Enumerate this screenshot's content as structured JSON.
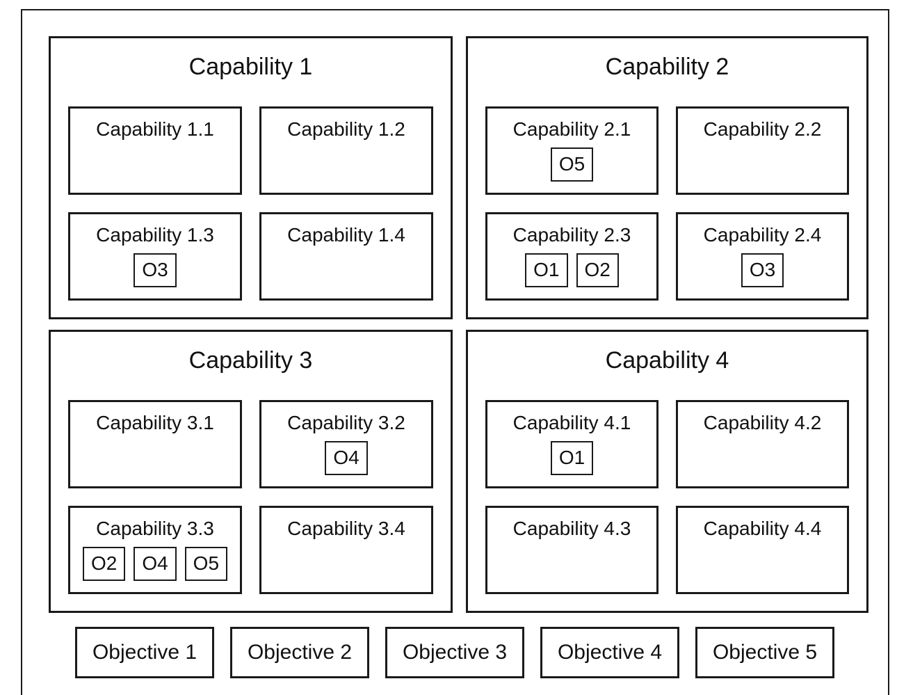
{
  "diagram": {
    "colors": {
      "border": "#1a1a1a",
      "background": "#ffffff"
    },
    "capability_groups": [
      {
        "title": "Capability 1",
        "children": [
          {
            "label": "Capability 1.1",
            "tags": []
          },
          {
            "label": "Capability 1.2",
            "tags": []
          },
          {
            "label": "Capability 1.3",
            "tags": [
              "O3"
            ]
          },
          {
            "label": "Capability 1.4",
            "tags": []
          }
        ]
      },
      {
        "title": "Capability 2",
        "children": [
          {
            "label": "Capability 2.1",
            "tags": [
              "O5"
            ]
          },
          {
            "label": "Capability 2.2",
            "tags": []
          },
          {
            "label": "Capability 2.3",
            "tags": [
              "O1",
              "O2"
            ]
          },
          {
            "label": "Capability 2.4",
            "tags": [
              "O3"
            ]
          }
        ]
      },
      {
        "title": "Capability 3",
        "children": [
          {
            "label": "Capability 3.1",
            "tags": []
          },
          {
            "label": "Capability 3.2",
            "tags": [
              "O4"
            ]
          },
          {
            "label": "Capability 3.3",
            "tags": [
              "O2",
              "O4",
              "O5"
            ]
          },
          {
            "label": "Capability 3.4",
            "tags": []
          }
        ]
      },
      {
        "title": "Capability 4",
        "children": [
          {
            "label": "Capability 4.1",
            "tags": [
              "O1"
            ]
          },
          {
            "label": "Capability 4.2",
            "tags": []
          },
          {
            "label": "Capability 4.3",
            "tags": []
          },
          {
            "label": "Capability 4.4",
            "tags": []
          }
        ]
      }
    ],
    "objectives": [
      "Objective 1",
      "Objective 2",
      "Objective 3",
      "Objective 4",
      "Objective 5"
    ]
  }
}
